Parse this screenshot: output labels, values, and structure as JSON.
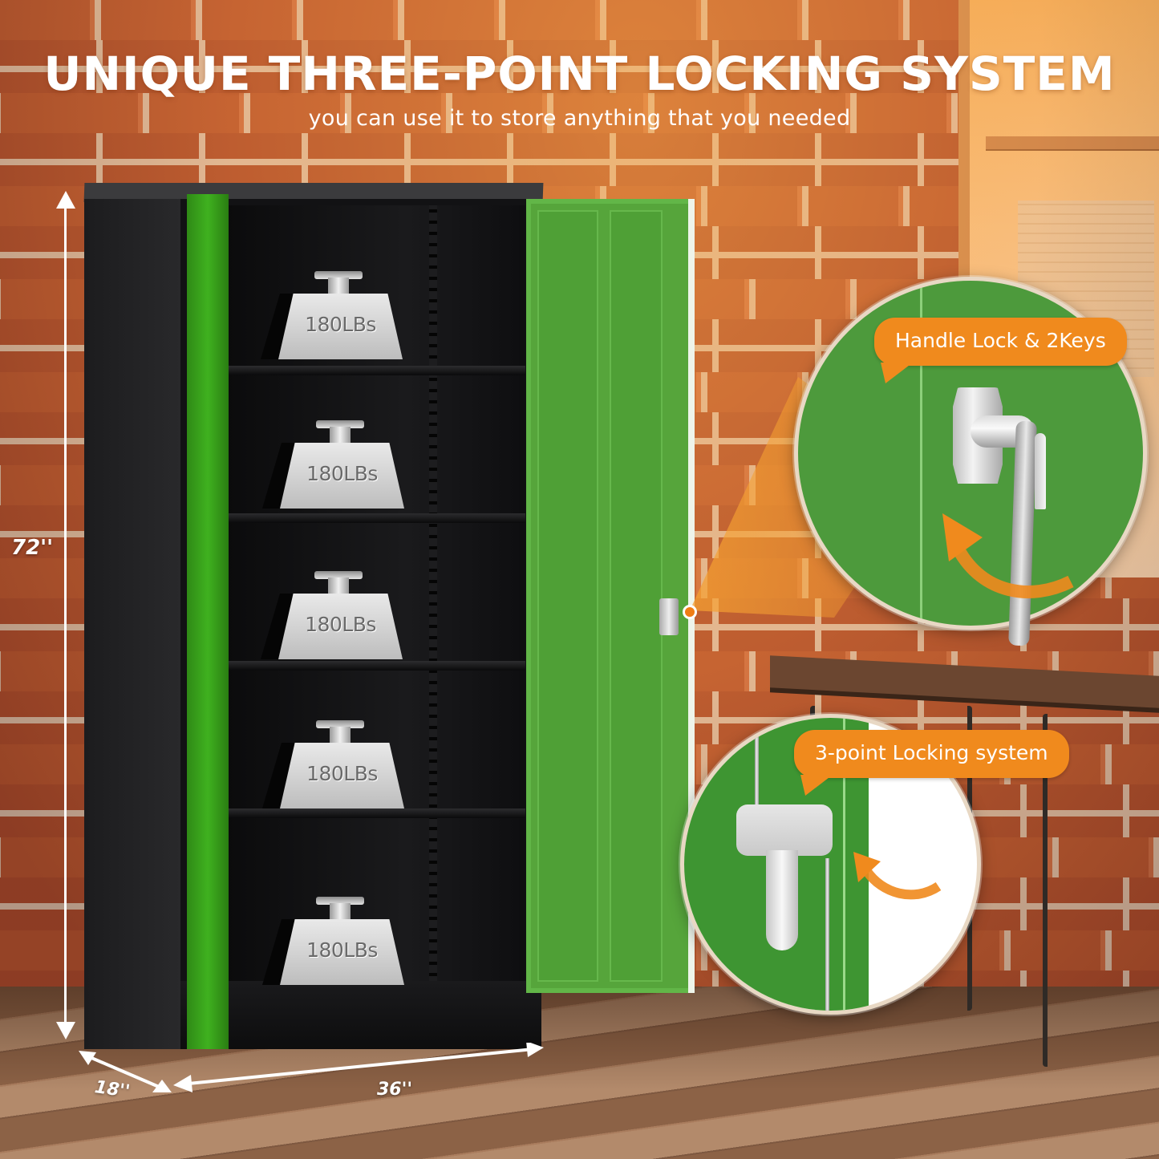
{
  "headline": {
    "title": "UNIQUE THREE-POINT LOCKING SYSTEM",
    "subtitle": "you can use it to store anything that you needed"
  },
  "product": {
    "name": "Metal storage cabinet",
    "body_color": "#1a1a1c",
    "door_color": "#56a53b",
    "shelves": [
      {
        "index": 1,
        "load_label": "180LBs"
      },
      {
        "index": 2,
        "load_label": "180LBs"
      },
      {
        "index": 3,
        "load_label": "180LBs"
      },
      {
        "index": 4,
        "load_label": "180LBs"
      },
      {
        "index": 5,
        "load_label": "180LBs"
      }
    ]
  },
  "dimensions": {
    "height": "72''",
    "depth": "18''",
    "width": "36''"
  },
  "callouts": [
    {
      "id": "handle-lock",
      "label": "Handle Lock & 2Keys",
      "icon": "handle-lock-icon",
      "color": "#f08a1d"
    },
    {
      "id": "three-point",
      "label": "3-point Locking system",
      "icon": "latch-icon",
      "color": "#f08a1d"
    }
  ],
  "colors": {
    "accent_orange": "#f08a1d",
    "cabinet_green": "#56a53b",
    "cabinet_black": "#121214",
    "text_white": "#ffffff"
  }
}
